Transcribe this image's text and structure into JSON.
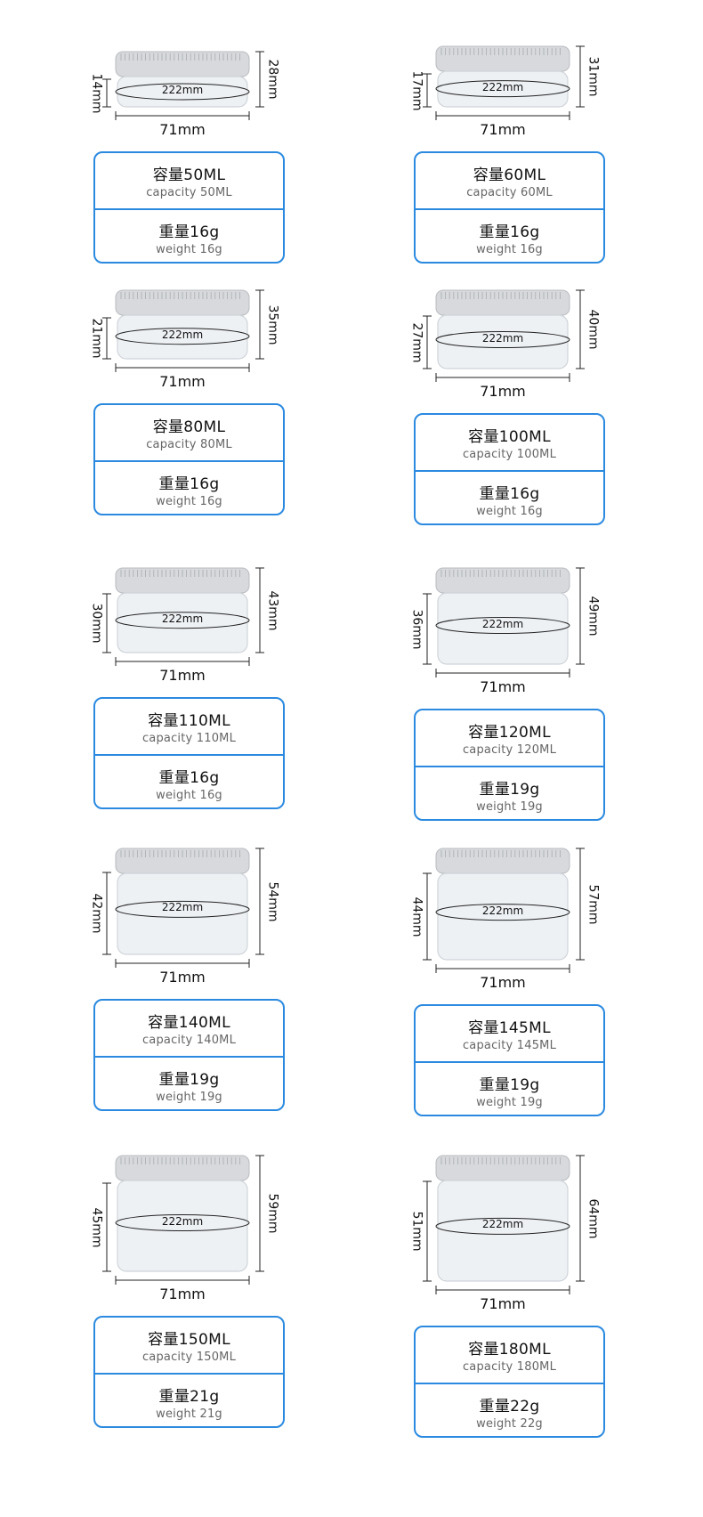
{
  "items": [
    {
      "capacity_zh": "容量50ML",
      "capacity_en": "capacity 50ML",
      "weight_zh": "重量16g",
      "weight_en": "weight 16g",
      "width": "71mm",
      "height": "28mm",
      "body_height": "14mm",
      "circumference": "222mm"
    },
    {
      "capacity_zh": "容量60ML",
      "capacity_en": "capacity 60ML",
      "weight_zh": "重量16g",
      "weight_en": "weight 16g",
      "width": "71mm",
      "height": "31mm",
      "body_height": "17mm",
      "circumference": "222mm"
    },
    {
      "capacity_zh": "容量80ML",
      "capacity_en": "capacity 80ML",
      "weight_zh": "重量16g",
      "weight_en": "weight 16g",
      "width": "71mm",
      "height": "35mm",
      "body_height": "21mm",
      "circumference": "222mm"
    },
    {
      "capacity_zh": "容量100ML",
      "capacity_en": "capacity 100ML",
      "weight_zh": "重量16g",
      "weight_en": "weight 16g",
      "width": "71mm",
      "height": "40mm",
      "body_height": "27mm",
      "circumference": "222mm"
    },
    {
      "capacity_zh": "容量110ML",
      "capacity_en": "capacity 110ML",
      "weight_zh": "重量16g",
      "weight_en": "weight 16g",
      "width": "71mm",
      "height": "43mm",
      "body_height": "30mm",
      "circumference": "222mm"
    },
    {
      "capacity_zh": "容量120ML",
      "capacity_en": "capacity 120ML",
      "weight_zh": "重量19g",
      "weight_en": "weight 19g",
      "width": "71mm",
      "height": "49mm",
      "body_height": "36mm",
      "circumference": "222mm"
    },
    {
      "capacity_zh": "容量140ML",
      "capacity_en": "capacity 140ML",
      "weight_zh": "重量19g",
      "weight_en": "weight 19g",
      "width": "71mm",
      "height": "54mm",
      "body_height": "42mm",
      "circumference": "222mm"
    },
    {
      "capacity_zh": "容量145ML",
      "capacity_en": "capacity 145ML",
      "weight_zh": "重量19g",
      "weight_en": "weight 19g",
      "width": "71mm",
      "height": "57mm",
      "body_height": "44mm",
      "circumference": "222mm"
    },
    {
      "capacity_zh": "容量150ML",
      "capacity_en": "capacity 150ML",
      "weight_zh": "重量21g",
      "weight_en": "weight 21g",
      "width": "71mm",
      "height": "59mm",
      "body_height": "45mm",
      "circumference": "222mm"
    },
    {
      "capacity_zh": "容量180ML",
      "capacity_en": "capacity 180ML",
      "weight_zh": "重量22g",
      "weight_en": "weight 22g",
      "width": "71mm",
      "height": "64mm",
      "body_height": "51mm",
      "circumference": "222mm"
    }
  ],
  "colors": {
    "box_border": "#2b8ae0",
    "lid": "#d7d9dc",
    "jar_glass": "#eef1f4"
  }
}
